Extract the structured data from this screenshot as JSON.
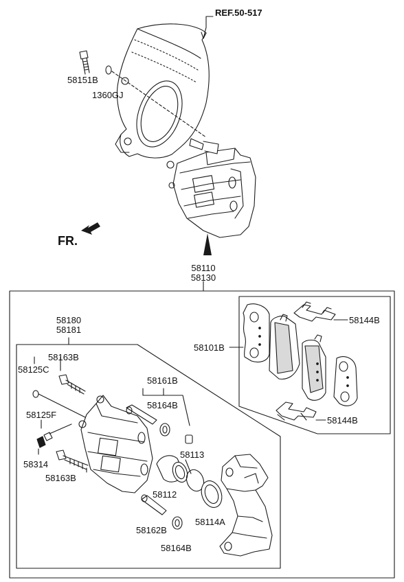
{
  "diagram": {
    "reference": "REF.50-517",
    "direction_label": "FR.",
    "labels": {
      "p58151B": "58151B",
      "p1360GJ": "1360GJ",
      "p58110": "58110",
      "p58130": "58130",
      "p58180": "58180",
      "p58181": "58181",
      "p58163B_top": "58163B",
      "p58125C": "58125C",
      "p58125F": "58125F",
      "p58314": "58314",
      "p58163B_bottom": "58163B",
      "p58161B": "58161B",
      "p58164B_top": "58164B",
      "p58113": "58113",
      "p58112": "58112",
      "p58114A": "58114A",
      "p58162B": "58162B",
      "p58164B_bottom": "58164B",
      "p58101B": "58101B",
      "p58144B_top": "58144B",
      "p58144B_bottom": "58144B"
    },
    "colors": {
      "line": "#1a1a1a",
      "fill": "#ffffff",
      "shade": "#d9d9d9"
    }
  }
}
